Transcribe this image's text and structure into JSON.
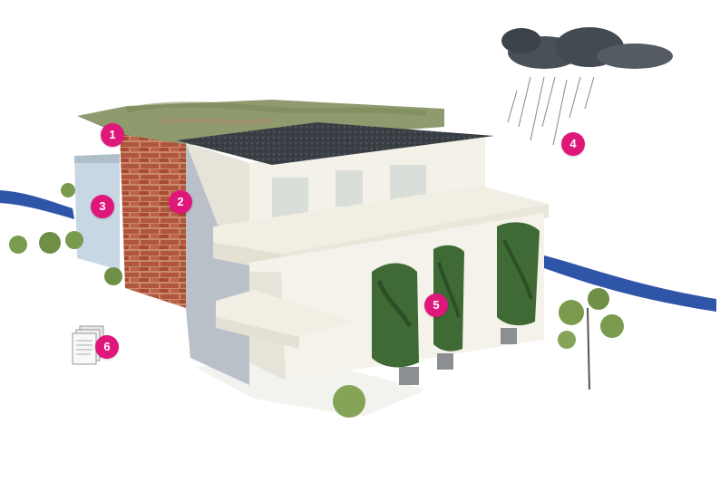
{
  "colors": {
    "marker": "#e0177a",
    "river": "#2f55a8",
    "wall": "#f1eee4",
    "brick": "#b0553e",
    "roof_dark": "#3a3f45",
    "green_roof": "#8f9a6e",
    "foliage": "#3f6a35",
    "cloud": "#4a5058"
  },
  "markers": [
    {
      "id": "1",
      "label": "1",
      "topic": "green-roof"
    },
    {
      "id": "2",
      "label": "2",
      "topic": "brick-facade"
    },
    {
      "id": "3",
      "label": "3",
      "topic": "side-wall"
    },
    {
      "id": "4",
      "label": "4",
      "topic": "rain"
    },
    {
      "id": "5",
      "label": "5",
      "topic": "facade-plants"
    },
    {
      "id": "6",
      "label": "6",
      "topic": "documents"
    }
  ],
  "icons": [
    "rain-cloud-icon",
    "document-stack-icon",
    "tree-icon",
    "shrub-icon",
    "planter-icon"
  ]
}
